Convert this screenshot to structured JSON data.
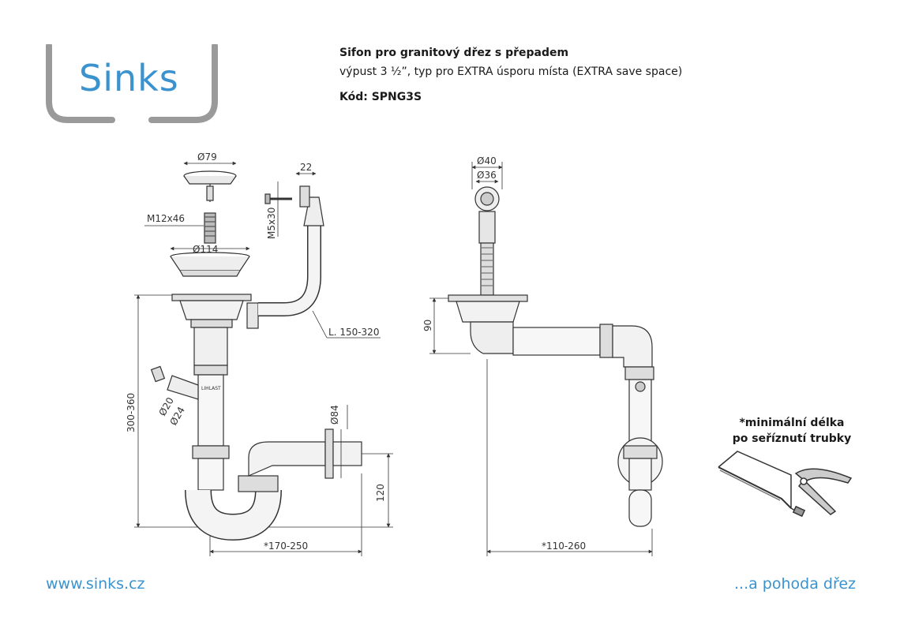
{
  "brand": {
    "logo_text": "Sinks",
    "accent_color": "#3a93cf",
    "frame_color": "#9a9a9a"
  },
  "header": {
    "title": "Sifon pro granitový dřez s přepadem",
    "subtitle": "výpust 3 ½”, typ pro EXTRA úsporu místa (EXTRA save space)",
    "code": "Kód: SPNG3S"
  },
  "drawing_left": {
    "dim_d79": "Ø79",
    "dim_m12": "M12x46",
    "dim_d114": "Ø114",
    "dim_22": "22",
    "dim_m5": "M5x30",
    "dim_length": "L. 150-320",
    "dim_height": "300-360",
    "dim_d20": "Ø20",
    "dim_d24": "Ø24",
    "dim_d84": "Ø84",
    "dim_120": "120",
    "dim_width": "*170-250",
    "part_mark": "LIHLAST"
  },
  "drawing_right": {
    "dim_d40": "Ø40",
    "dim_d36": "Ø36",
    "dim_90": "90",
    "dim_width": "*110-260"
  },
  "note": {
    "line1": "*minimální délka",
    "line2": "po seříznutí trubky"
  },
  "footer": {
    "website": "www.sinks.cz",
    "slogan": "...a pohoda dřez"
  }
}
